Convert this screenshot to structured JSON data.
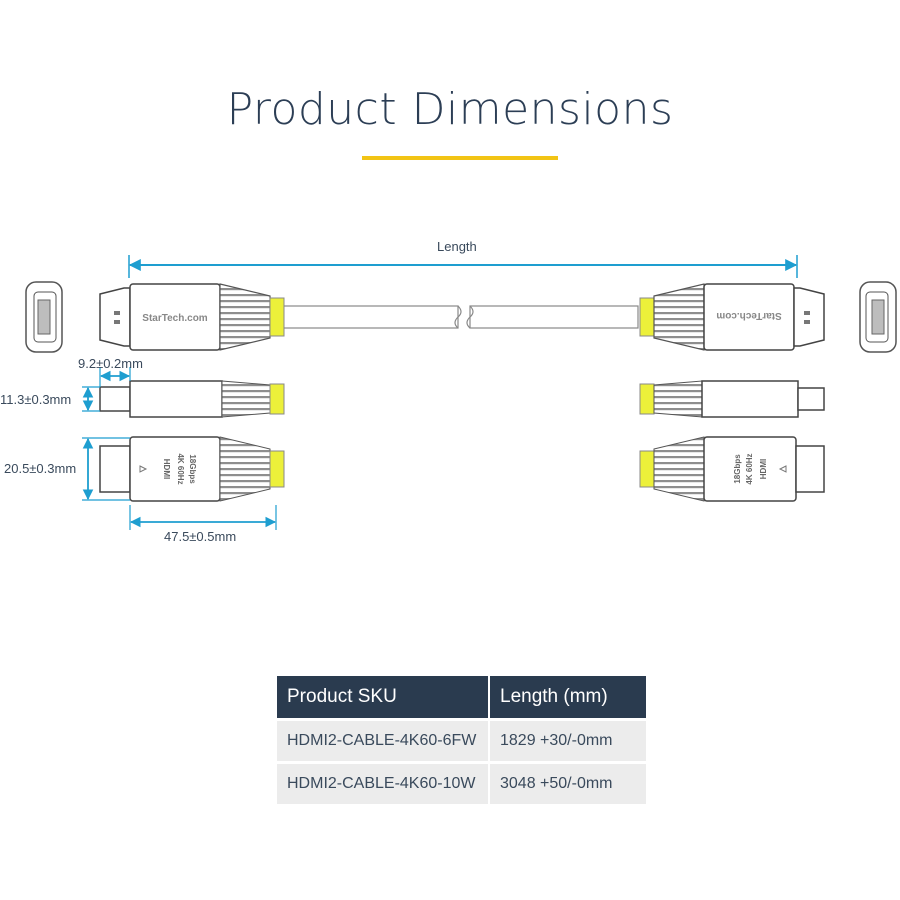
{
  "title": "Product Dimensions",
  "colors": {
    "title_rule": "#f2c415",
    "dimension": "#1e9ed0",
    "strain_relief": "#ecf03a",
    "table_header": "#2a3b4f",
    "table_row": "#ececec"
  },
  "diagram": {
    "length_label": "Length",
    "brand_text": "StarTech.com",
    "connector_text": [
      "HDMI",
      "4K 60Hz",
      "18Gbps"
    ],
    "dimensions": {
      "tip_width": "9.2±0.2mm",
      "tip_height": "11.3±0.3mm",
      "head_height": "20.5±0.3mm",
      "head_length": "47.5±0.5mm"
    }
  },
  "table": {
    "headers": [
      "Product SKU",
      "Length (mm)"
    ],
    "rows": [
      [
        "HDMI2-CABLE-4K60-6FW",
        "1829 +30/-0mm"
      ],
      [
        "HDMI2-CABLE-4K60-10W",
        "3048 +50/-0mm"
      ]
    ]
  }
}
